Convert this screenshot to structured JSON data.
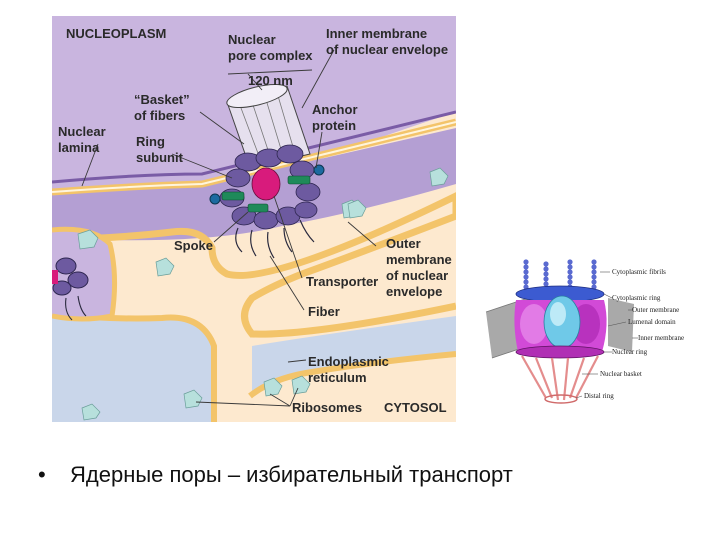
{
  "diagram": {
    "nucleoplasm": "NUCLEOPLASM",
    "nuclear_pore_complex": [
      "Nuclear",
      "pore complex"
    ],
    "inner_membrane": [
      "Inner membrane",
      "of nuclear envelope"
    ],
    "scale": "120 nm",
    "basket": [
      "“Basket”",
      "of fibers"
    ],
    "anchor_protein": [
      "Anchor",
      "protein"
    ],
    "nuclear_lamina": [
      "Nuclear",
      "lamina"
    ],
    "ring_subunit": [
      "Ring",
      "subunit"
    ],
    "spoke": "Spoke",
    "outer_membrane": [
      "Outer",
      "membrane",
      "of nuclear",
      "envelope"
    ],
    "transporter": "Transporter",
    "fiber": "Fiber",
    "er": [
      "Endoplasmic",
      "reticulum"
    ],
    "ribosomes": "Ribosomes",
    "cytosol": "CYTOSOL"
  },
  "model": {
    "cytoplasmic_fibrils": "Cytoplasmic fibrils",
    "cytoplasmic_ring": "Cytoplasmic ring",
    "outer_membrane": "Outer membrane",
    "lumenal_domain": "Lumenal domain",
    "inner_membrane": "Inner membrane",
    "nuclear_ring": "Nuclear ring",
    "nuclear_basket": "Nuclear basket",
    "distal_ring": "Distal ring"
  },
  "caption": {
    "bullet": "•",
    "text": "Ядерные поры – избирательный транспорт"
  }
}
